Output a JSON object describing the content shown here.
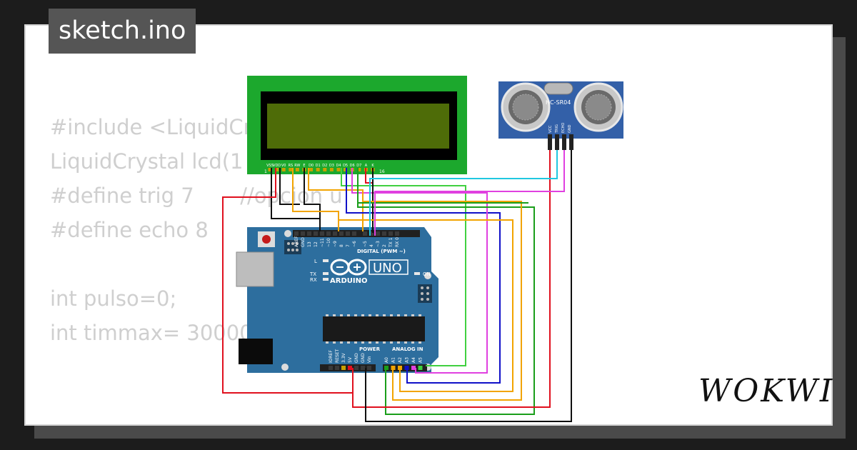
{
  "title": "sketch.ino",
  "code_lines": [
    "#include <LiquidCr",
    "LiquidCrystal lcd(1",
    "#define trig 7       //opcion u",
    "#define echo 8",
    "",
    "int pulso=0;",
    "int timmax= 30000"
  ],
  "brand": "WOKWI",
  "lcd": {
    "pins": [
      "VSS",
      "VDD",
      "V0",
      "RS",
      "RW",
      "E",
      "D0",
      "D1",
      "D2",
      "D3",
      "D4",
      "D5",
      "D6",
      "D7",
      "A",
      "K"
    ],
    "pin_first": "1",
    "pin_last": "16",
    "screen_color": "#4e6c08",
    "board_color": "#1ca82d"
  },
  "sensor": {
    "model": "HC-SR04",
    "pins": [
      "VCC",
      "TRIG",
      "ECHO",
      "GND"
    ],
    "board_color": "#3360a8"
  },
  "arduino": {
    "model": "UNO",
    "brand": "ARDUINO",
    "digital_label": "DIGITAL (PWM ~)",
    "power_label": "POWER",
    "analog_label": "ANALOG IN",
    "digital_pins": [
      "AREF",
      "GND",
      "13",
      "12",
      "~11",
      "~10",
      "~9",
      "8",
      "7",
      "~6",
      "~5",
      "4",
      "~3",
      "2",
      "TX 1",
      "RX 0"
    ],
    "power_pins": [
      "IOREF",
      "RESET",
      "3.3V",
      "5V",
      "GND",
      "GND",
      "Vin"
    ],
    "analog_pins": [
      "A0",
      "A1",
      "A2",
      "A3",
      "A4",
      "A5"
    ],
    "led_labels": [
      "L",
      "TX",
      "RX"
    ],
    "on_label": "ON",
    "board_color": "#2d6e9e"
  },
  "wire_colors": {
    "red": "#e0101e",
    "black": "#101010",
    "green": "#1a9e1a",
    "orange": "#f2a400",
    "blue": "#1010c8",
    "magenta": "#e040e0",
    "cyan": "#20c8e0",
    "lime": "#40d040"
  }
}
